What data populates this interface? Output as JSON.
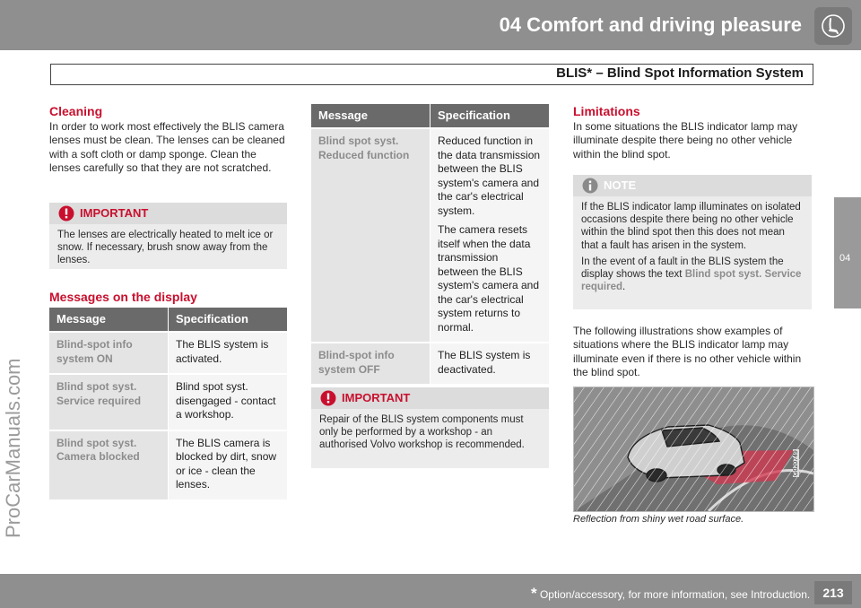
{
  "header": {
    "chapter_title": "04 Comfort and driving pleasure",
    "section_title": "BLIS* – Blind Spot Information System",
    "icon": "seat-icon"
  },
  "side_tab": {
    "label": "04"
  },
  "watermark": "ProCarManuals.com",
  "left": {
    "cleaning": {
      "title": "Cleaning",
      "text": "In order to work most effectively the BLIS camera lenses must be clean. The lenses can be cleaned with a soft cloth or damp sponge. Clean the lenses carefully so that they are not scratched."
    },
    "important": {
      "label": "IMPORTANT",
      "text": "The lenses are electrically heated to melt ice or snow. If necessary, brush snow away from the lenses."
    },
    "messages_heading": "Messages on the display",
    "table": {
      "col_message": "Message",
      "col_spec": "Specification",
      "rows": [
        {
          "message": "Blind-spot info system ON",
          "spec": "The BLIS system is activated."
        },
        {
          "message": "Blind spot syst. Service required",
          "spec": "Blind spot syst. disengaged - contact a workshop."
        },
        {
          "message": "Blind spot syst. Camera blocked",
          "spec": "The BLIS camera is blocked by dirt, snow or ice - clean the lenses."
        }
      ]
    }
  },
  "middle": {
    "table": {
      "col_message": "Message",
      "col_spec": "Specification",
      "rows": [
        {
          "message": "Blind spot syst. Reduced function",
          "spec": "Reduced function in the data transmission between the BLIS system's camera and the car's electrical system.",
          "spec2": "The camera resets itself when the data transmission between the BLIS system's camera and the car's electrical system returns to normal."
        },
        {
          "message": "Blind-spot info system OFF",
          "spec": "The BLIS system is deactivated."
        }
      ]
    },
    "important": {
      "label": "IMPORTANT",
      "text": "Repair of the BLIS system components must only be performed by a workshop - an authorised Volvo workshop is recommended."
    }
  },
  "right": {
    "limitations": {
      "title": "Limitations",
      "text": "In some situations the BLIS indicator lamp may illuminate despite there being no other vehicle within the blind spot."
    },
    "note": {
      "label": "NOTE",
      "text1": "If the BLIS indicator lamp illuminates on isolated occasions despite there being no other vehicle within the blind spot then this does not mean that a fault has arisen in the system.",
      "text2_prefix": "In the event of a fault in the BLIS system the display shows the text ",
      "text2_highlight": "Blind spot syst. Service required",
      "text2_suffix": "."
    },
    "following_text": "The following illustrations show examples of situations where the BLIS indicator lamp may illuminate even if there is no other vehicle within the blind spot.",
    "figure": {
      "code": "G020749",
      "caption": "Reflection from shiny wet road surface."
    }
  },
  "footer": {
    "star": "*",
    "footnote": "Option/accessory, for more information, see Introduction.",
    "page_number": "213"
  },
  "colors": {
    "accent_red": "#c8102e",
    "header_gray": "#8f8f8f",
    "table_header": "#6a6a6a",
    "message_gray": "#8c8c8c"
  }
}
